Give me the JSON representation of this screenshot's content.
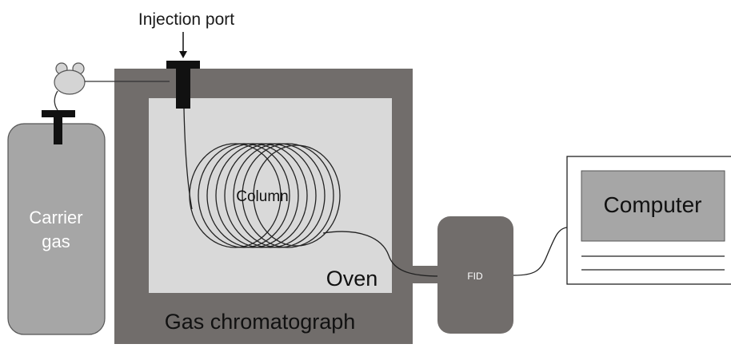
{
  "labels": {
    "injection_port": "Injection port",
    "carrier_gas_line1": "Carrier",
    "carrier_gas_line2": "gas",
    "column": "Column",
    "oven": "Oven",
    "gas_chromatograph": "Gas chromatograph",
    "fid": "FID",
    "computer": "Computer"
  },
  "colors": {
    "chromatograph_body": "#716d6b",
    "oven_interior": "#d9d9d9",
    "gas_cylinder": "#a6a6a6",
    "fid_unit": "#716d6b",
    "computer_screen": "#a6a6a6",
    "fittings": "#111111",
    "regulator": "#d4d4d4"
  }
}
